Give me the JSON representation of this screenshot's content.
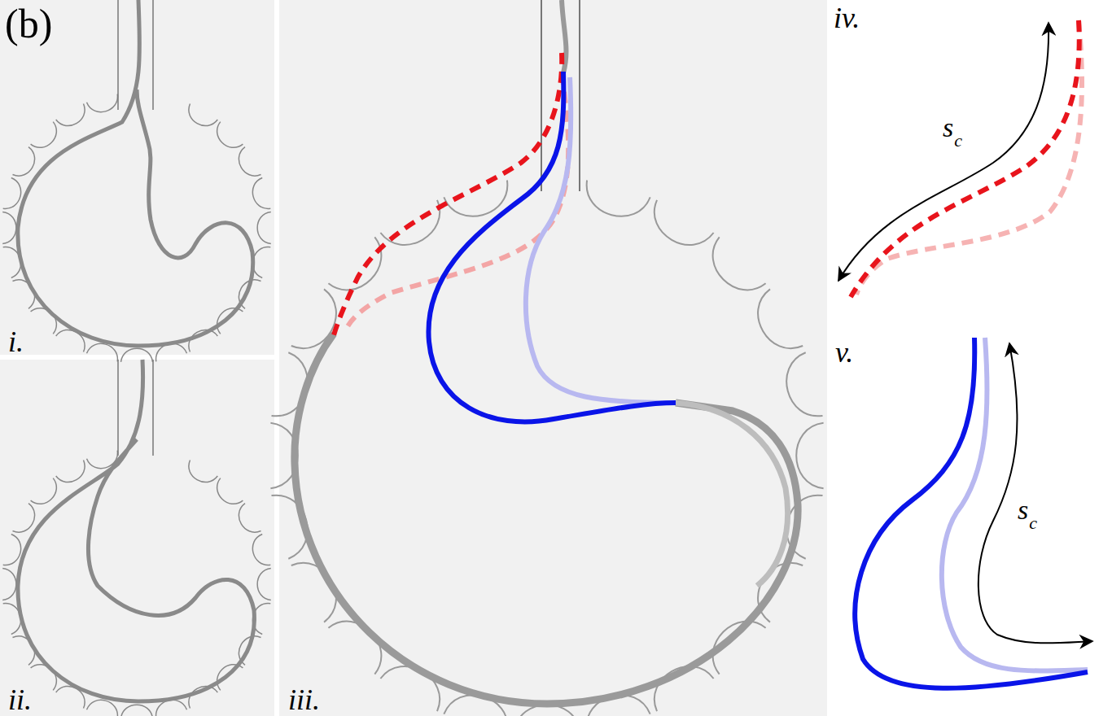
{
  "diagram": {
    "labels": [
      "(b)",
      "i.",
      "ii.",
      "iii.",
      "iv.",
      "s",
      "c",
      "v.",
      "s",
      "c"
    ]
  }
}
